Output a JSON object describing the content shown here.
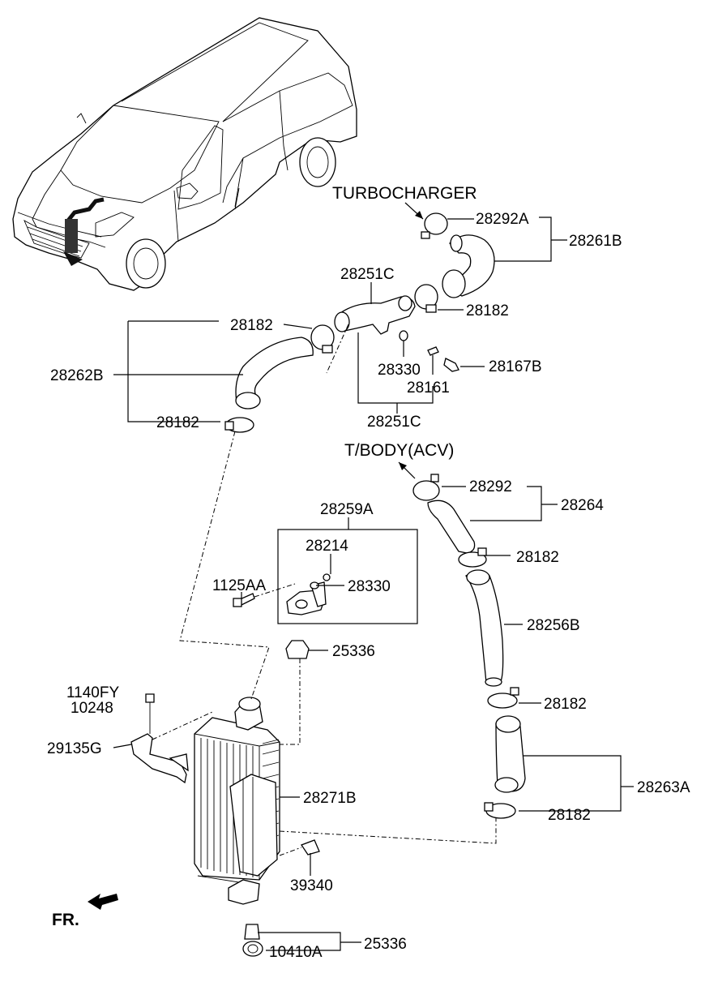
{
  "labels": {
    "turbocharger": "TURBOCHARGER",
    "tbody": "T/BODY(ACV)",
    "p28292A": "28292A",
    "p28261B": "28261B",
    "p28251C_top": "28251C",
    "p28182_a": "28182",
    "p28182_b": "28182",
    "p28262B": "28262B",
    "p28330_a": "28330",
    "p28167B": "28167B",
    "p28161": "28161",
    "p28251C_bot": "28251C",
    "p28182_c": "28182",
    "p28292": "28292",
    "p28264": "28264",
    "p28259A": "28259A",
    "p28214": "28214",
    "p28182_d": "28182",
    "p1125AA": "1125AA",
    "p28330_b": "28330",
    "p28256B": "28256B",
    "p25336_a": "25336",
    "p1140FY": "1140FY",
    "p10248": "10248",
    "p28182_e": "28182",
    "p29135G": "29135G",
    "p28263A": "28263A",
    "p28271B": "28271B",
    "p28182_f": "28182",
    "p39340": "39340",
    "fr": "FR.",
    "p25336_b": "25336",
    "p10410A": "10410A"
  }
}
